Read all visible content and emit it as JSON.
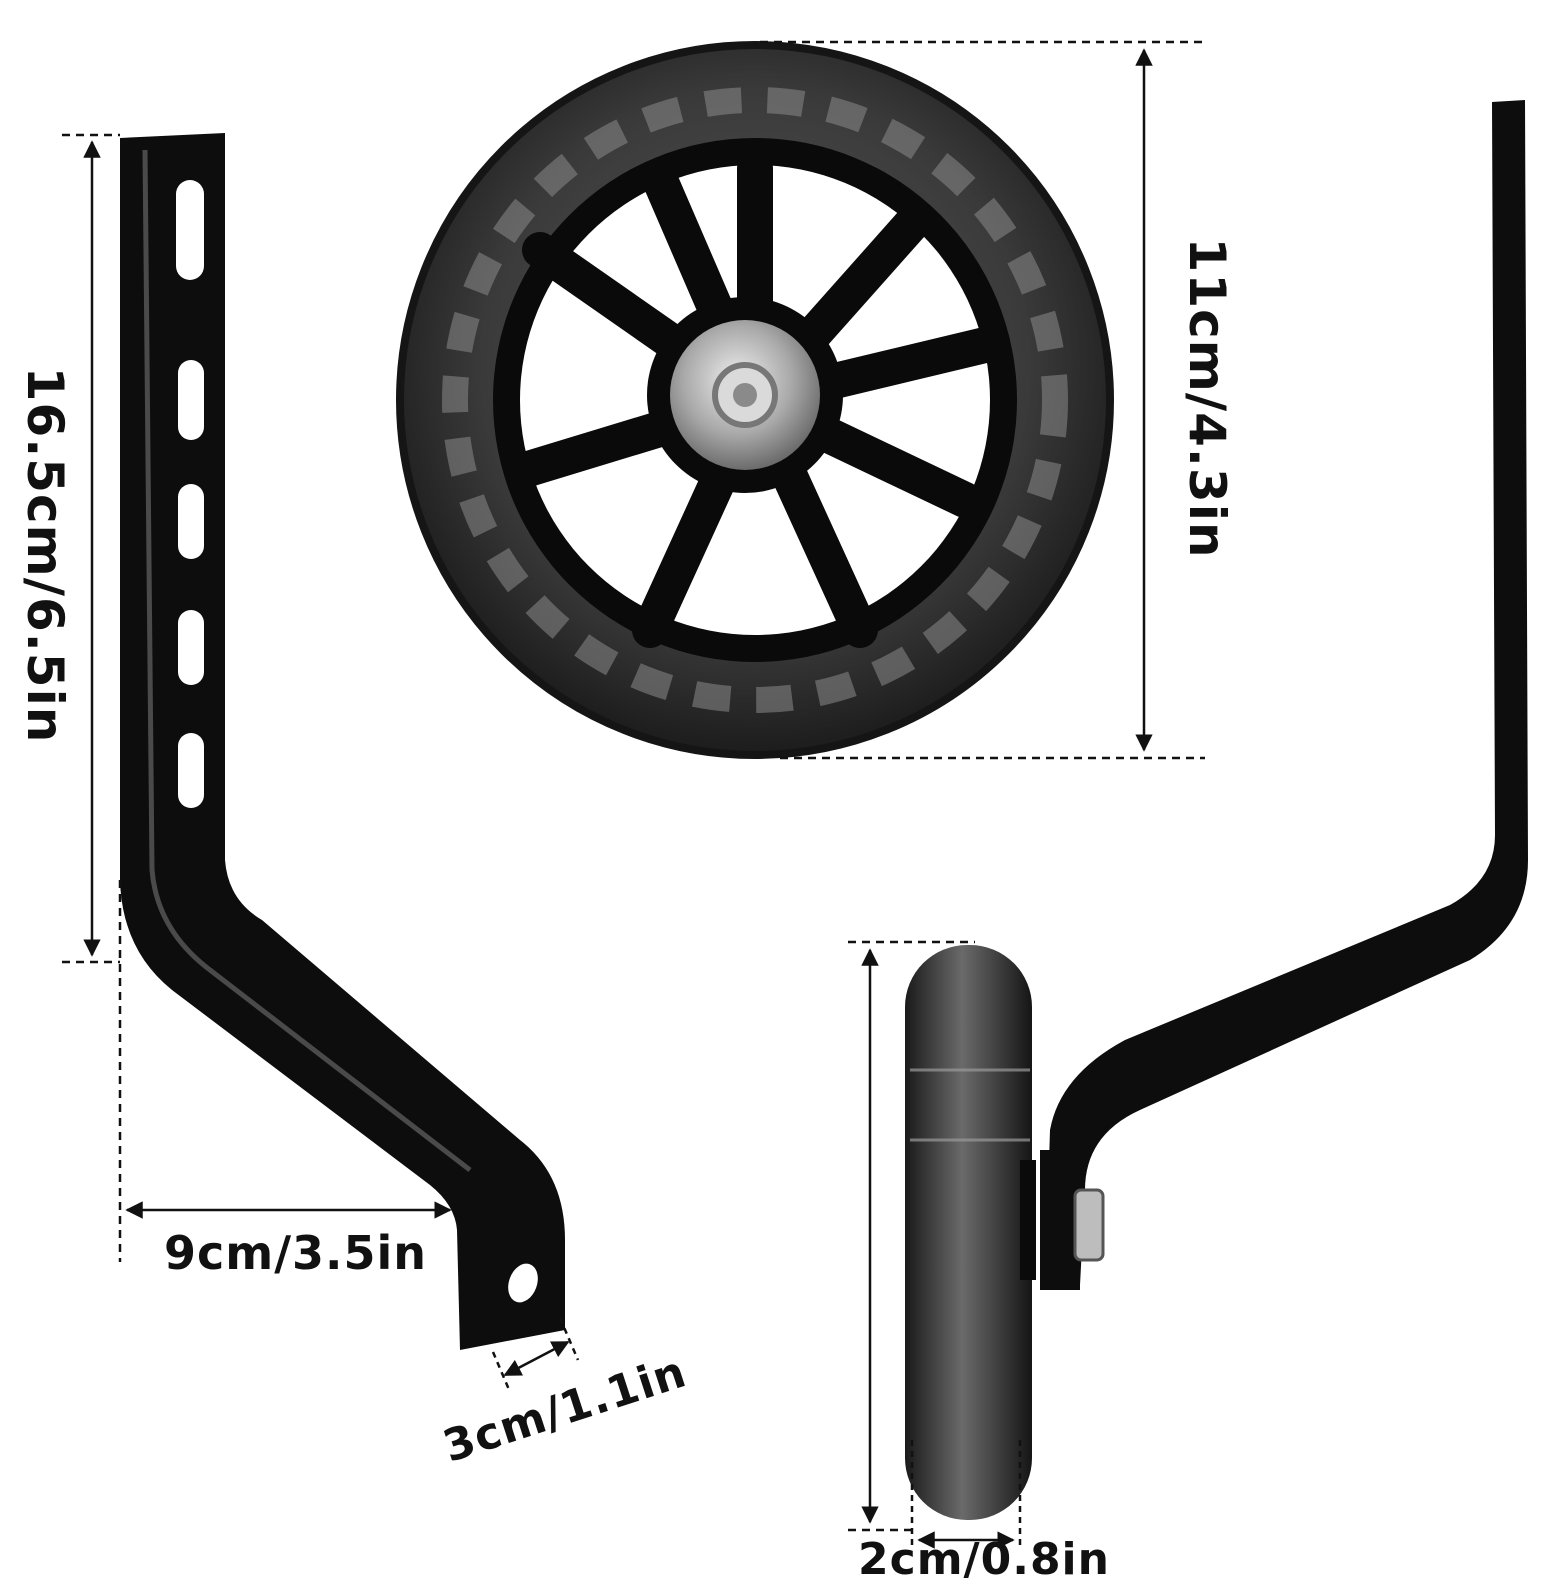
{
  "dimensions": {
    "bracket_height": "16.5cm/6.5in",
    "wheel_diameter": "11cm/4.3in",
    "bracket_offset": "9cm/3.5in",
    "bracket_width": "3cm/1.1in",
    "wheel_width": "2cm/0.8in"
  },
  "colors": {
    "background": "#ffffff",
    "steel": "#0d0d0d",
    "tire": "#2c2c2c",
    "hub_metal": "#b8b8b8",
    "line": "#111111"
  }
}
